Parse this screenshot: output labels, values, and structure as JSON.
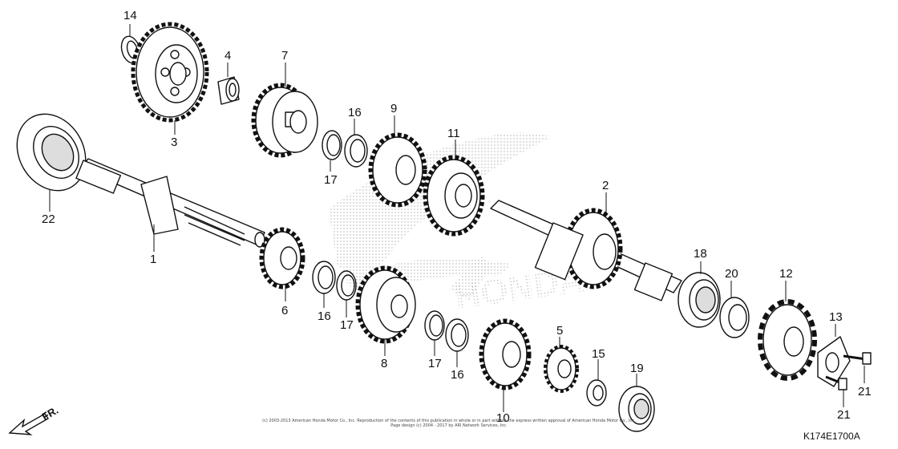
{
  "callouts": [
    {
      "id": "c14",
      "text": "14"
    },
    {
      "id": "c4",
      "text": "4"
    },
    {
      "id": "c7",
      "text": "7"
    },
    {
      "id": "c3",
      "text": "3"
    },
    {
      "id": "c16a",
      "text": "16"
    },
    {
      "id": "c9",
      "text": "9"
    },
    {
      "id": "c11",
      "text": "11"
    },
    {
      "id": "c17a",
      "text": "17"
    },
    {
      "id": "c22",
      "text": "22"
    },
    {
      "id": "c2",
      "text": "2"
    },
    {
      "id": "c1",
      "text": "1"
    },
    {
      "id": "c18",
      "text": "18"
    },
    {
      "id": "c20",
      "text": "20"
    },
    {
      "id": "c12",
      "text": "12"
    },
    {
      "id": "c6",
      "text": "6"
    },
    {
      "id": "c16b",
      "text": "16"
    },
    {
      "id": "c17b",
      "text": "17"
    },
    {
      "id": "c8",
      "text": "8"
    },
    {
      "id": "c13",
      "text": "13"
    },
    {
      "id": "c5",
      "text": "5"
    },
    {
      "id": "c17c",
      "text": "17"
    },
    {
      "id": "c16c",
      "text": "16"
    },
    {
      "id": "c15",
      "text": "15"
    },
    {
      "id": "c19",
      "text": "19"
    },
    {
      "id": "c21a",
      "text": "21"
    },
    {
      "id": "c10",
      "text": "10"
    },
    {
      "id": "c21b",
      "text": "21"
    }
  ],
  "direction_label": "FR.",
  "diagram_code": "K174E1700A",
  "copyright_line1": "(c) 2003-2013 American Honda Motor Co., Inc. Reproduction of the contents of this publication in whole or in part without the express written approval of American Honda Motor Co., Inc.",
  "copyright_line2": "Page design (c) 2004 - 2017 by ARI Network Services, Inc.",
  "watermark": "HONDA"
}
